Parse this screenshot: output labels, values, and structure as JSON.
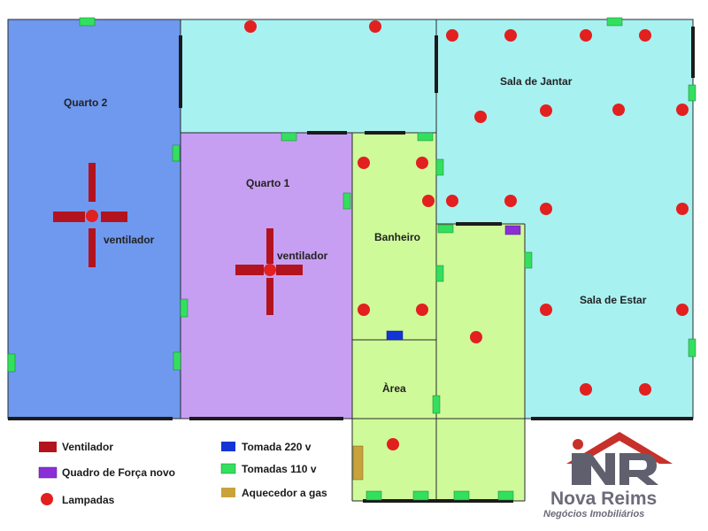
{
  "colors": {
    "quarto2": "#6f99ef",
    "quarto1": "#c79ff2",
    "cyan": "#a8f1f1",
    "green": "#cffa9a",
    "lamp": "#e2201f",
    "fan": "#b3131e",
    "socket110": "#33e05e",
    "socket220": "#1434d6",
    "panel": "#8a2fd8",
    "heater": "#c9a23c",
    "wall": "#1b1b1b",
    "logo_red": "#c8302a"
  },
  "rooms": {
    "quarto2": "Quarto 2",
    "quarto1": "Quarto 1",
    "sala_jantar": "Sala de Jantar",
    "sala_estar": "Sala de Estar",
    "banheiro": "Banheiro",
    "area": "Àrea"
  },
  "fans": [
    {
      "id": "quarto2",
      "label": "ventilador"
    },
    {
      "id": "quarto1",
      "label": "ventilador"
    }
  ],
  "legend": [
    {
      "symbol": "fan-icon",
      "label": "Ventilador"
    },
    {
      "symbol": "electrical-panel-icon",
      "label": "Quadro de Força novo"
    },
    {
      "symbol": "lamp-icon",
      "label": "Lampadas"
    },
    {
      "symbol": "socket-220-icon",
      "label": "Tomada 220 v"
    },
    {
      "symbol": "socket-110-icon",
      "label": "Tomadas 110 v"
    },
    {
      "symbol": "gas-heater-icon",
      "label": "Aquecedor a gas"
    }
  ],
  "logo": {
    "initials": "NR",
    "name": "Nova Reims",
    "tagline": "Negócios Imobiliários"
  }
}
